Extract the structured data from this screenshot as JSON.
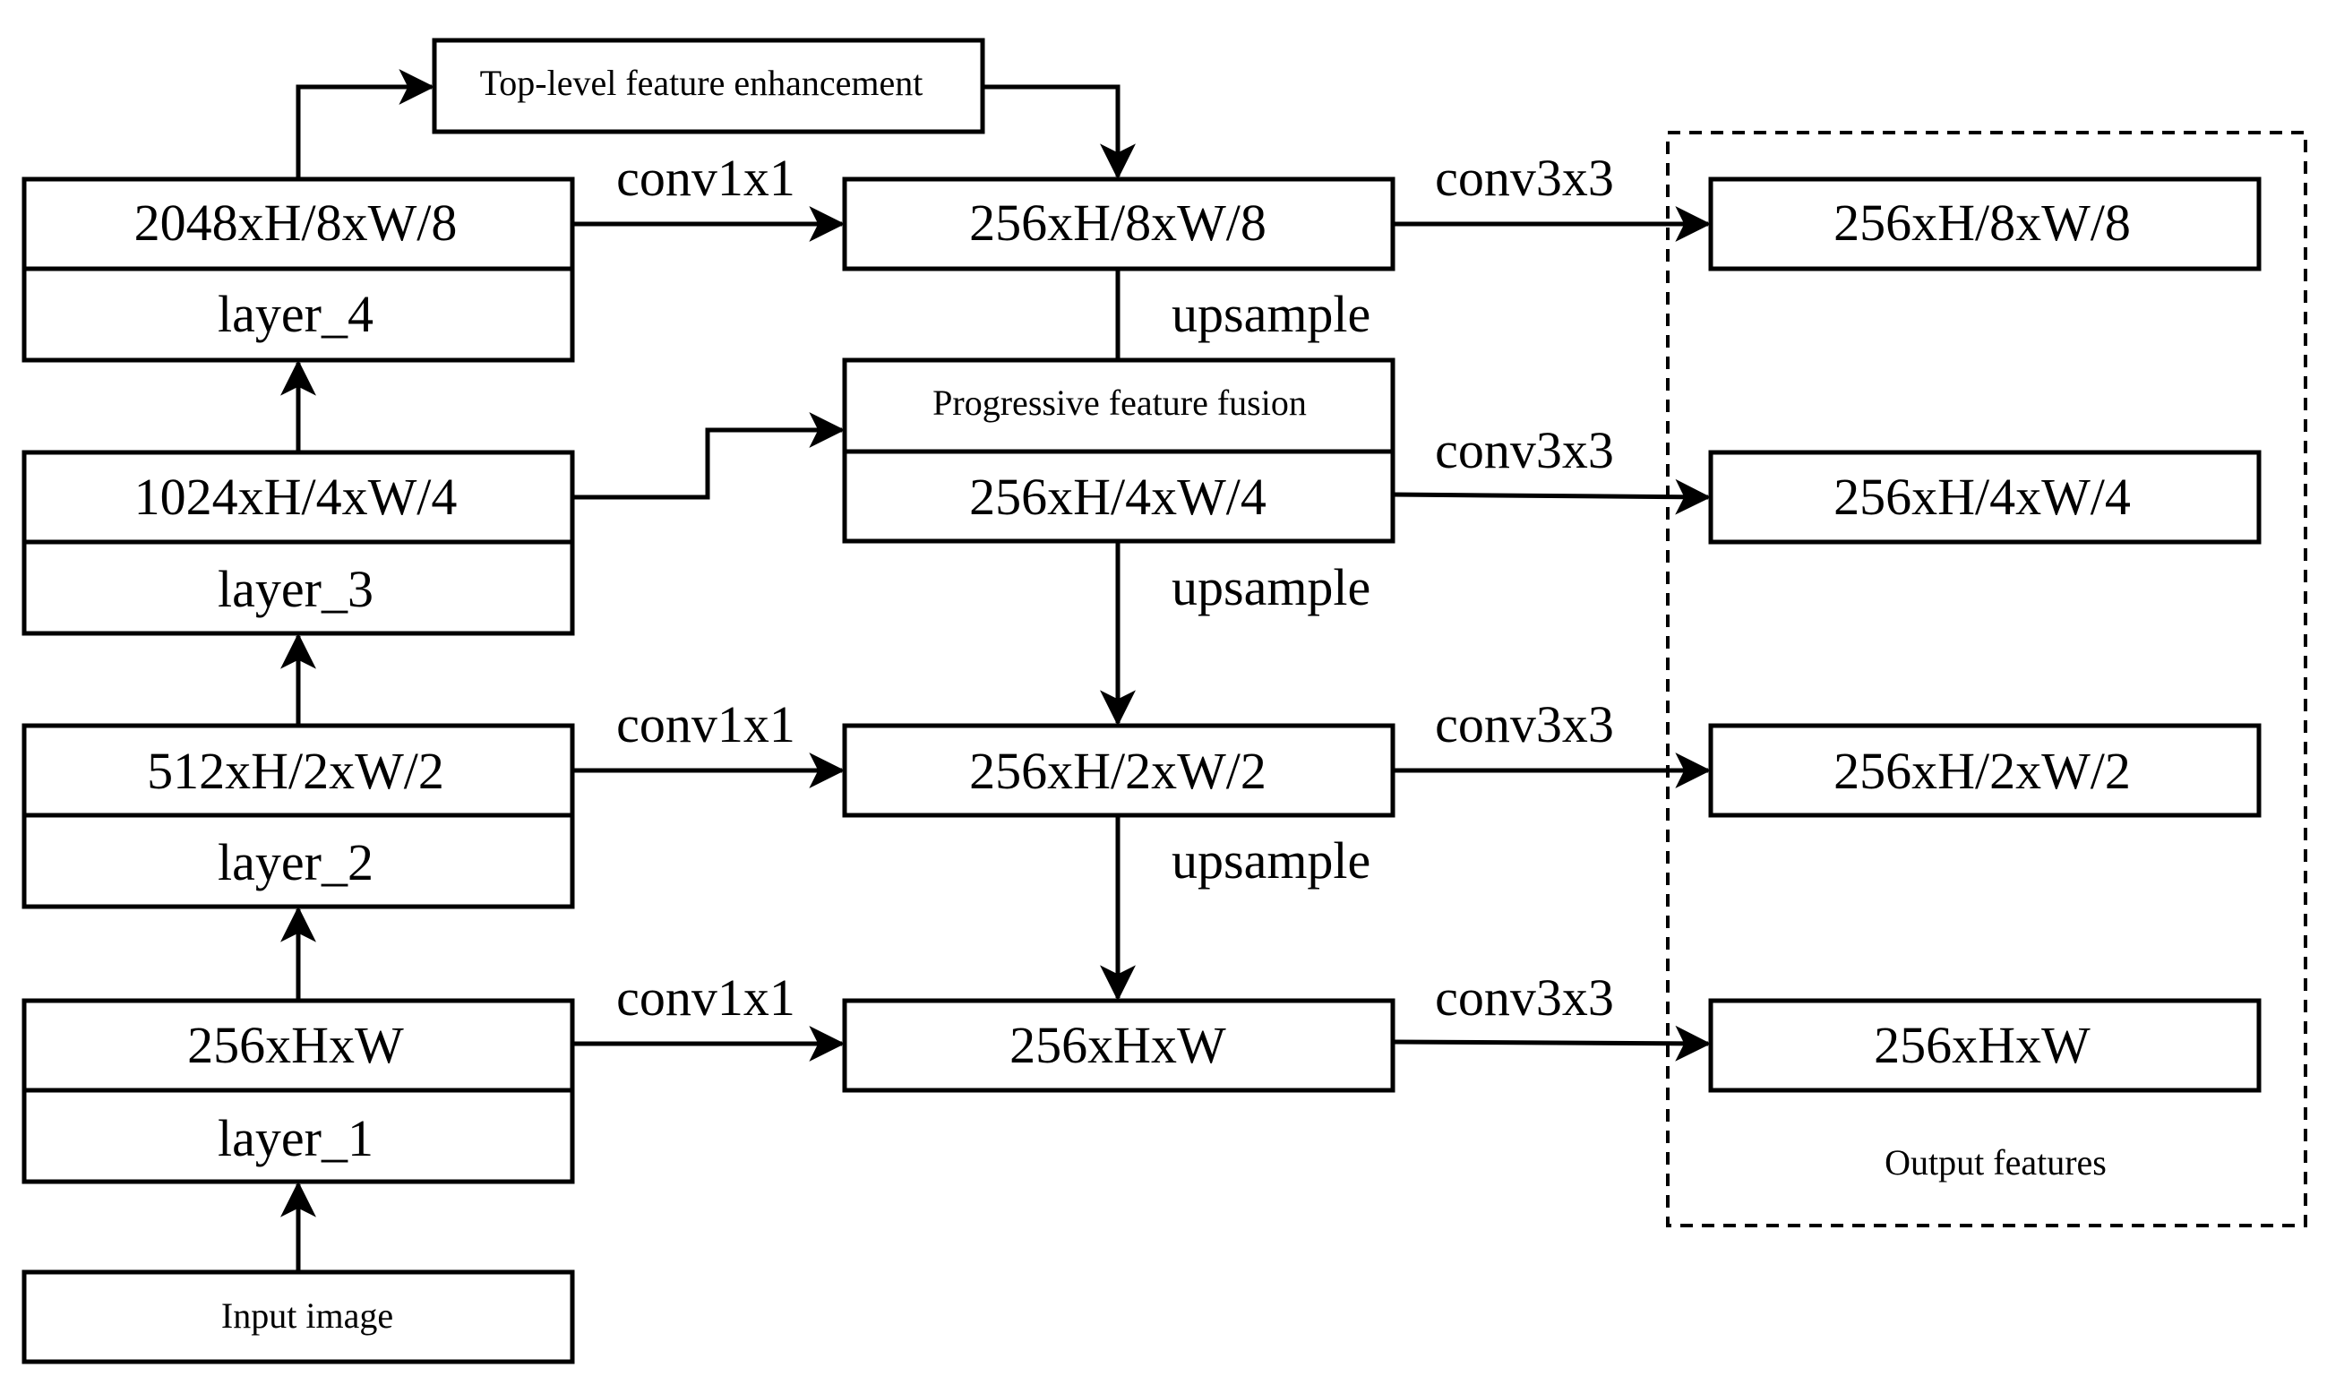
{
  "diagram": {
    "encoder": {
      "input": "Input image",
      "layer1_out": "256xHxW",
      "layer1": "layer_1",
      "layer2_out": "512xH/2xW/2",
      "layer2": "layer_2",
      "layer3_out": "1024xH/4xW/4",
      "layer3": "layer_3",
      "layer4_out": "2048xH/8xW/8",
      "layer4": "layer_4"
    },
    "modules": {
      "top_level": "Top-level feature enhancement",
      "progressive": "Progressive feature fusion"
    },
    "fpn": {
      "level8": "256xH/8xW/8",
      "level4": "256xH/4xW/4",
      "level2": "256xH/2xW/2",
      "level1": "256xHxW"
    },
    "outputs": {
      "group_label": "Output features",
      "level8": "256xH/8xW/8",
      "level4": "256xH/4xW/4",
      "level2": "256xH/2xW/2",
      "level1": "256xHxW"
    },
    "edge_labels": {
      "conv1x1": "conv1x1",
      "conv3x3": "conv3x3",
      "upsample": "upsample"
    }
  }
}
